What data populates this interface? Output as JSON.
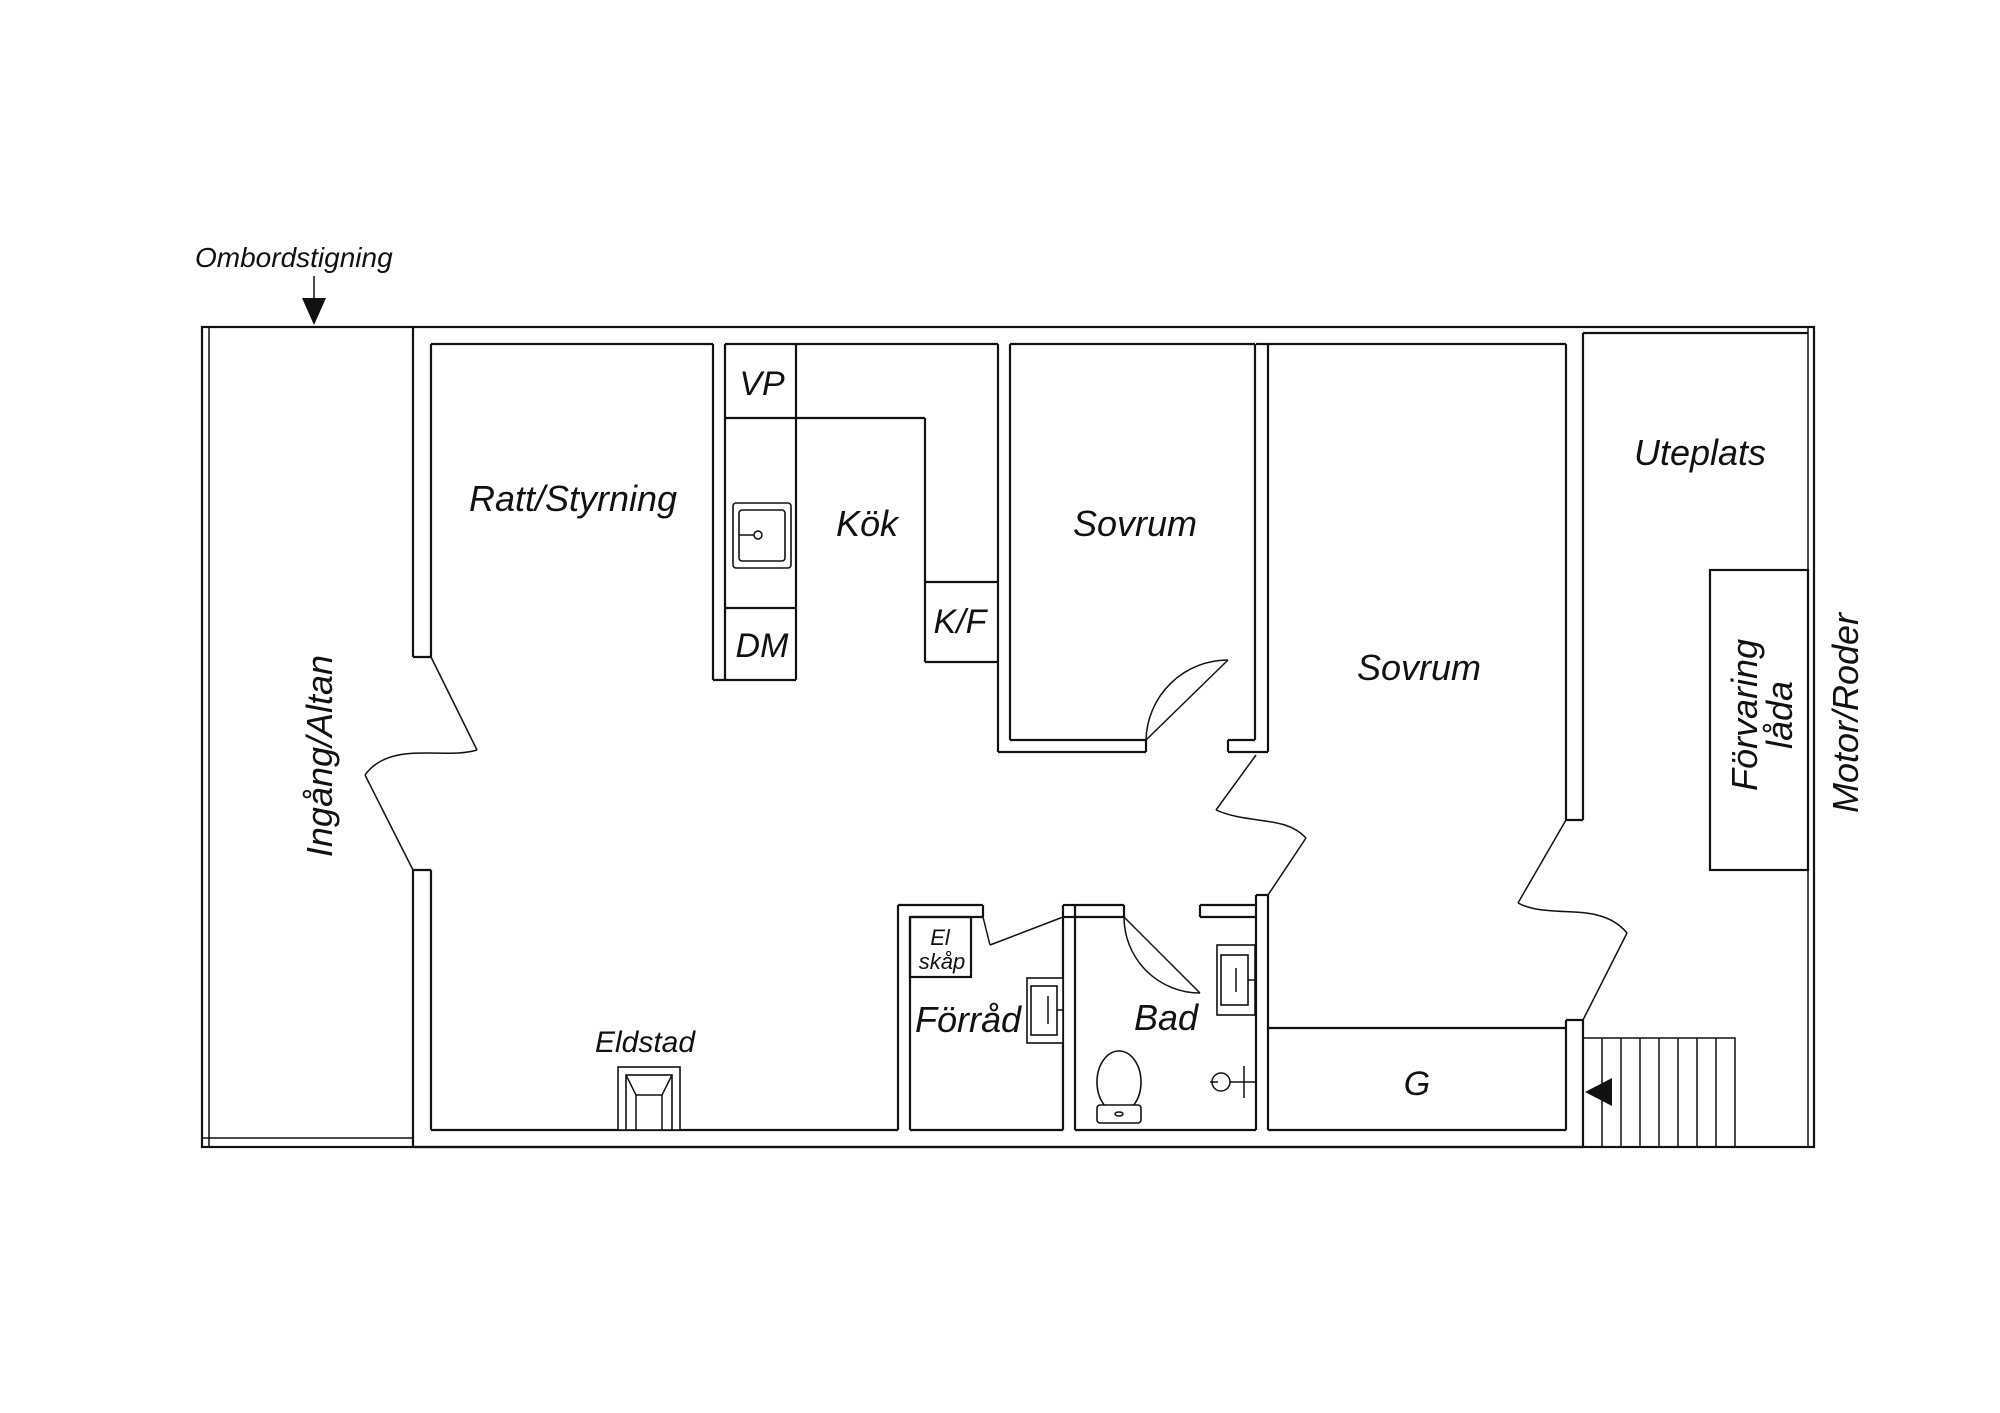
{
  "labels": {
    "boarding": "Ombordstigning",
    "entrance": "Ingång/Altan",
    "steering": "Ratt/Styrning",
    "vp": "VP",
    "dm": "DM",
    "kitchen": "Kök",
    "kf": "K/F",
    "bedroom_1": "Sovrum",
    "bedroom_2": "Sovrum",
    "patio": "Uteplats",
    "storage_box_line1": "Förvaring",
    "storage_box_line2": "låda",
    "motor": "Motor/Roder",
    "el_line1": "El",
    "el_line2": "skåp",
    "storage": "Förråd",
    "bath": "Bad",
    "fireplace": "Eldstad",
    "g": "G"
  }
}
